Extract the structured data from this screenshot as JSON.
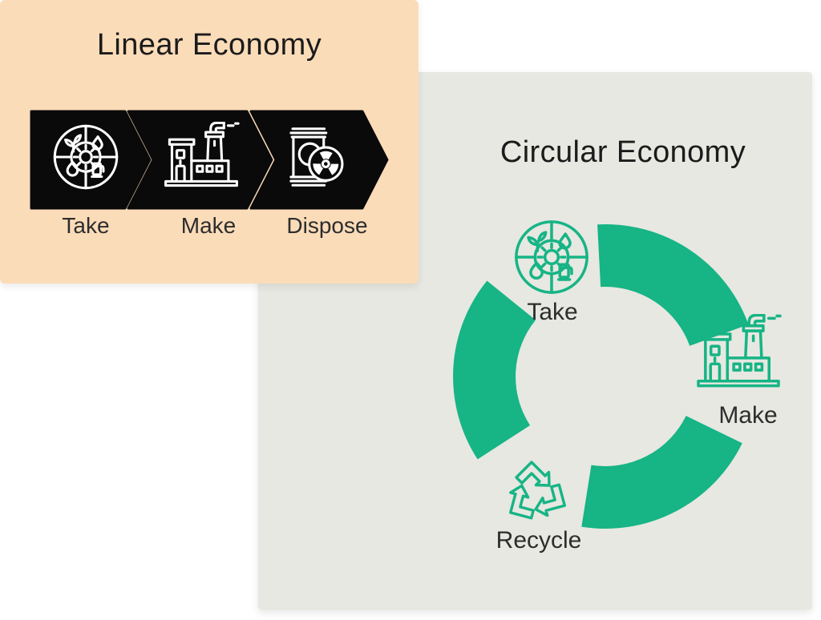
{
  "colors": {
    "panel-peach": "#fbdcb9",
    "panel-gray": "#e6e8e1",
    "accent-green": "#17b485",
    "arrow-black": "#0a0a0a",
    "title-ink": "#1b1b1b",
    "label-ink": "#2d2d2d",
    "icon-white": "#ffffff"
  },
  "linear": {
    "title": "Linear Economy",
    "steps": [
      {
        "label": "Take",
        "icon": "natural-resources-icon"
      },
      {
        "label": "Make",
        "icon": "factory-icon"
      },
      {
        "label": "Dispose",
        "icon": "toxic-waste-barrel-icon"
      }
    ]
  },
  "circular": {
    "title": "Circular Economy",
    "steps": [
      {
        "label": "Take",
        "icon": "natural-resources-icon"
      },
      {
        "label": "Make",
        "icon": "factory-icon"
      },
      {
        "label": "Recycle",
        "icon": "recycle-arrows-icon"
      }
    ]
  }
}
